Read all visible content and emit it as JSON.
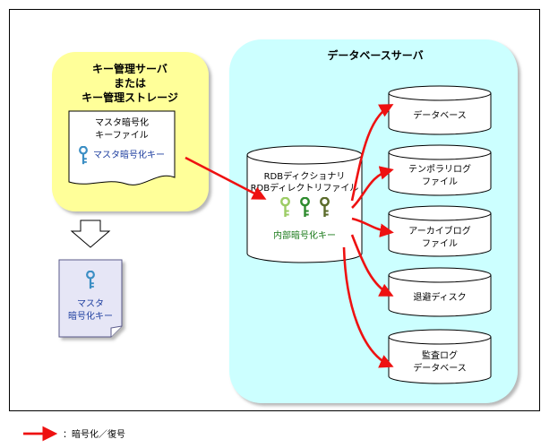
{
  "key_manager": {
    "title_lines": [
      "キー管理サーバ",
      "または",
      "キー管理ストレージ"
    ],
    "file_lines": [
      "マスタ暗号化",
      "キーファイル"
    ],
    "file_key_label": "マスタ暗号化キー"
  },
  "master_key_doc": {
    "lines": [
      "マスタ",
      "暗号化キー"
    ]
  },
  "db_server": {
    "title": "データベースサーバ",
    "directory_lines": [
      "RDBディクショナリ",
      "RDBディレクトリファイル"
    ],
    "internal_key_label": "内部暗号化キー",
    "targets": [
      {
        "lines": [
          "データベース"
        ]
      },
      {
        "lines": [
          "テンポラリログ",
          "ファイル"
        ]
      },
      {
        "lines": [
          "アーカイブログ",
          "ファイル"
        ]
      },
      {
        "lines": [
          "退避ディスク"
        ]
      },
      {
        "lines": [
          "監査ログ",
          "データベース"
        ]
      }
    ]
  },
  "legend": {
    "label": "：暗号化／復号"
  },
  "colors": {
    "arrow": "#ee1111",
    "key_manager_bg": "#ffff99",
    "db_server_bg": "#ccffff",
    "master_key_bg": "#e6e6f6",
    "key_blue": "#3b8ec4",
    "key_light_green": "#9ccc65",
    "key_green": "#2e8b2e",
    "key_olive": "#5b6b2b"
  }
}
